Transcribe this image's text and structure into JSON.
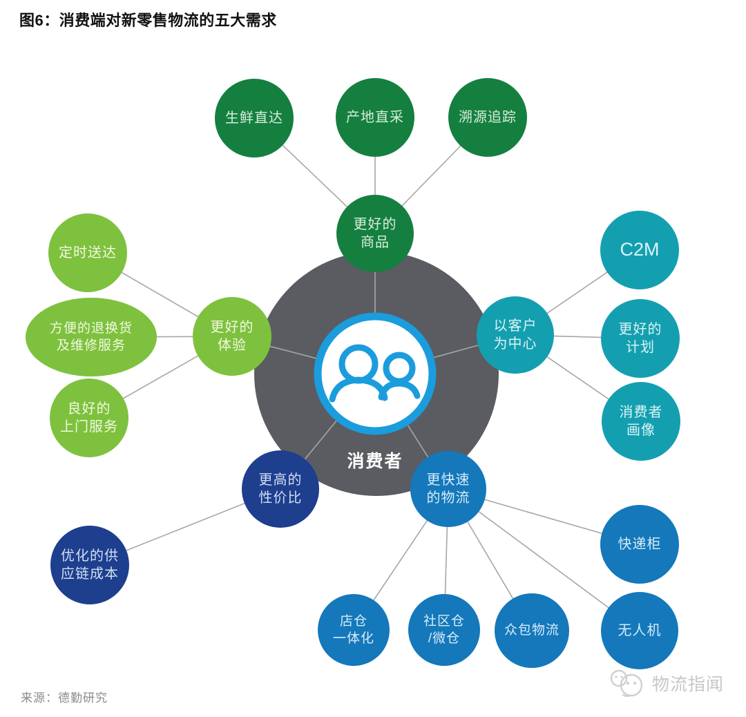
{
  "header": {
    "title": "图6：消费端对新零售物流的五大需求"
  },
  "center": {
    "label": "消费者",
    "icon": "consumers-icon"
  },
  "branches": [
    {
      "id": "better-goods",
      "label": "更好的\n商品",
      "color": "#157f40",
      "children": [
        {
          "label": "生鲜直达"
        },
        {
          "label": "产地直采"
        },
        {
          "label": "溯源追踪"
        }
      ]
    },
    {
      "id": "better-experience",
      "label": "更好的\n体验",
      "color": "#7ec13e",
      "children": [
        {
          "label": "定时送达"
        },
        {
          "label": "方便的退换货\n及维修服务"
        },
        {
          "label": "良好的\n上门服务"
        }
      ]
    },
    {
      "id": "customer-centric",
      "label": "以客户\n为中心",
      "color": "#149fb0",
      "children": [
        {
          "label": "C2M"
        },
        {
          "label": "更好的\n计划"
        },
        {
          "label": "消费者\n画像"
        }
      ]
    },
    {
      "id": "higher-value",
      "label": "更高的\n性价比",
      "color": "#1e3e8e",
      "children": [
        {
          "label": "优化的供\n应链成本"
        }
      ]
    },
    {
      "id": "faster-logistics",
      "label": "更快速\n的物流",
      "color": "#1478bb",
      "children": [
        {
          "label": "店仓\n一体化"
        },
        {
          "label": "社区仓\n/微仓"
        },
        {
          "label": "众包物流"
        },
        {
          "label": "无人机"
        },
        {
          "label": "快递柜"
        }
      ]
    }
  ],
  "palette": {
    "dark_green": "#157f40",
    "light_green": "#7ec13e",
    "teal": "#149fb0",
    "navy": "#1e3e8e",
    "blue": "#1478bb",
    "center_gray": "#5a5c61",
    "accent_blue": "#1b9cdc",
    "connector_gray": "#a6a6a6"
  },
  "footer": {
    "source": "来源：德勤研究",
    "watermark": "物流指闻"
  }
}
